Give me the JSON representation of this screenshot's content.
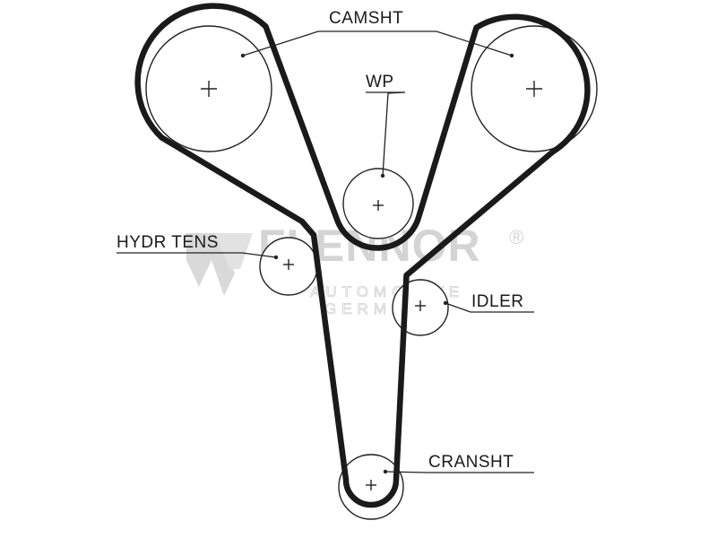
{
  "labels": {
    "camshaft": "CAMSHT",
    "water_pump": "WP",
    "hydraulic_tensioner": "HYDR TENS",
    "idler": "IDLER",
    "crankshaft": "CRANSHT"
  },
  "watermark": {
    "brand": "FLENNOR",
    "line1": "AUTOMOTIVE",
    "line2": "GERMANY",
    "registered": "®"
  },
  "colors": {
    "belt": "#1a1a1a",
    "watermark": "#d4d4d4"
  }
}
